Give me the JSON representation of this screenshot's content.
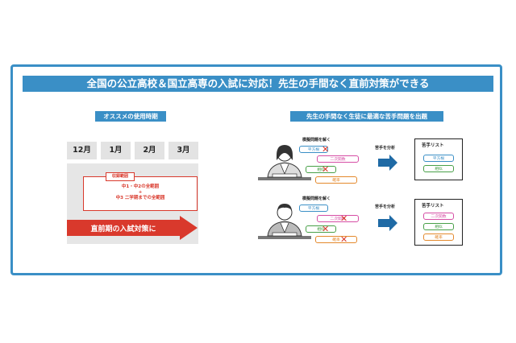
{
  "banner": {
    "title": "全国の公立高校＆国立高専の入試に対応！先生の手間なく直前対策ができる"
  },
  "left": {
    "heading": "オススメの使用時期",
    "months": [
      "12月",
      "1月",
      "2月",
      "3月"
    ],
    "range_tag": "収録範囲",
    "range_line1": "中1・中2の全範囲",
    "range_plus": "+",
    "range_line2": "中3 二学期までの全範囲",
    "arrow_label": "直前期の入試対策に"
  },
  "right": {
    "heading": "先生の手間なく生徒に最適な苦手問題を出題",
    "rows": [
      {
        "solve_label": "模擬問題を解く",
        "tags": [
          "平方根",
          "二次関数",
          "相似",
          "確率"
        ],
        "analyze_label": "苦手を分析",
        "list_title": "苦手リスト",
        "list_items": [
          "平方根",
          "相似"
        ]
      },
      {
        "solve_label": "模擬問題を解く",
        "tags": [
          "平方根",
          "二次関数",
          "相似",
          "確率"
        ],
        "analyze_label": "苦手を分析",
        "list_title": "苦手リスト",
        "list_items": [
          "二次関数",
          "相似",
          "確率"
        ]
      }
    ]
  },
  "colors": {
    "blue": "#3a8fc6",
    "red": "#d9392c",
    "pink": "#d64da5",
    "green": "#48a048",
    "orange": "#e4892c"
  },
  "icons": [
    "student-girl-icon",
    "student-boy-icon",
    "cross-icon",
    "right-arrow-icon"
  ]
}
